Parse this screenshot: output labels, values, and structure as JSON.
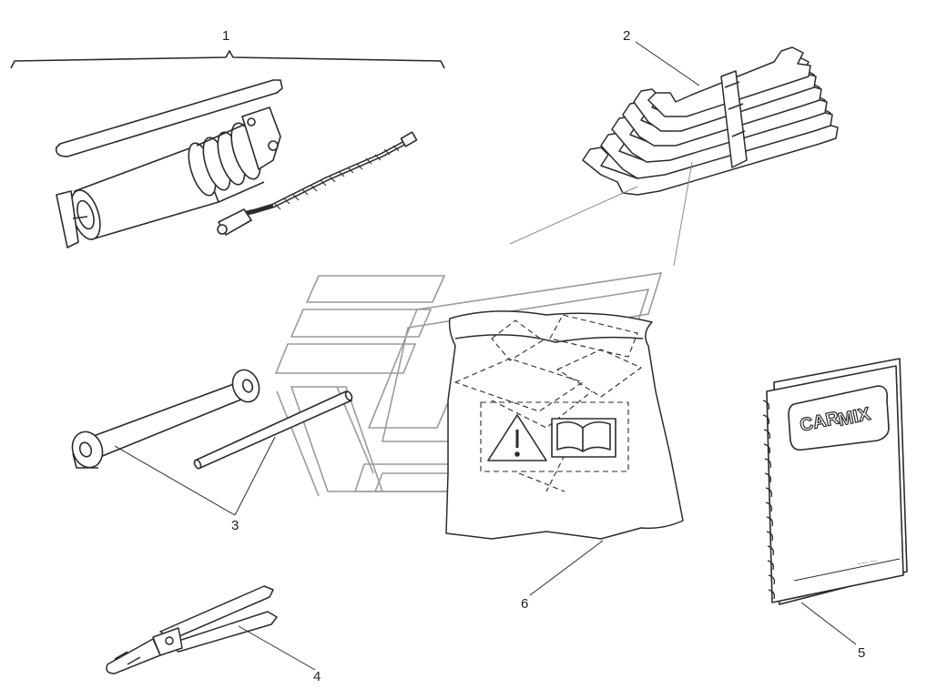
{
  "callouts": {
    "grease_gun_kit": "1",
    "wrench_set": "2",
    "socket_wrench": "3",
    "pliers": "4",
    "manual": "5",
    "tool_bag": "6"
  },
  "manual": {
    "logo_left": "CAR",
    "logo_right": "MIX",
    "cover_text": "~~~ ~~"
  },
  "icons": {
    "warning": "warning-triangle-icon",
    "book": "open-book-icon",
    "watermark": "brand-watermark"
  },
  "colors": {
    "line": "#2b2b2b",
    "watermark": "#9a9a9a",
    "background": "#ffffff"
  }
}
